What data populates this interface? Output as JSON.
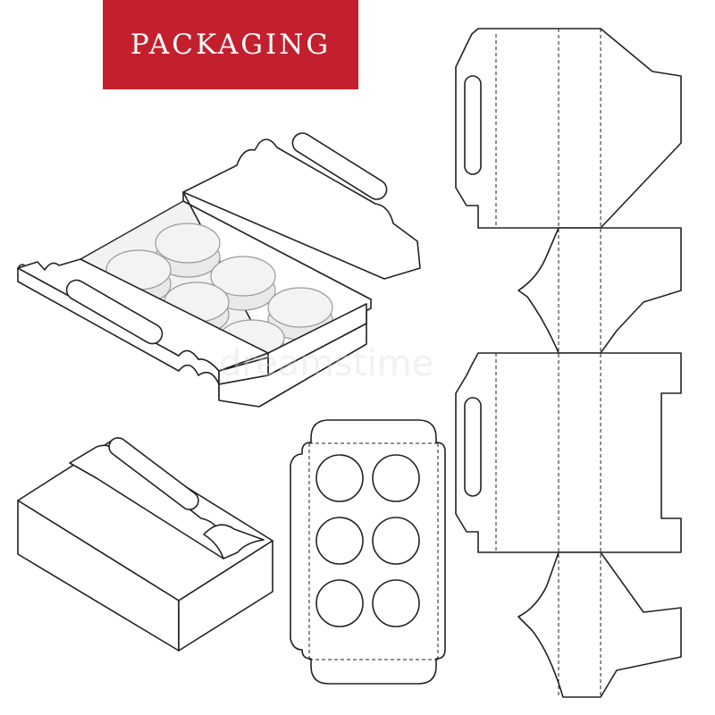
{
  "header": {
    "title": "PACKAGING",
    "accent_color": "#c3202e"
  },
  "watermark": {
    "text": "dreamstime"
  },
  "illustrations": [
    {
      "name": "open-tray-box-with-cookies"
    },
    {
      "name": "closed-handle-box"
    },
    {
      "name": "cookie-insert-dieline",
      "cutouts": 6
    },
    {
      "name": "handle-box-dieline"
    }
  ]
}
